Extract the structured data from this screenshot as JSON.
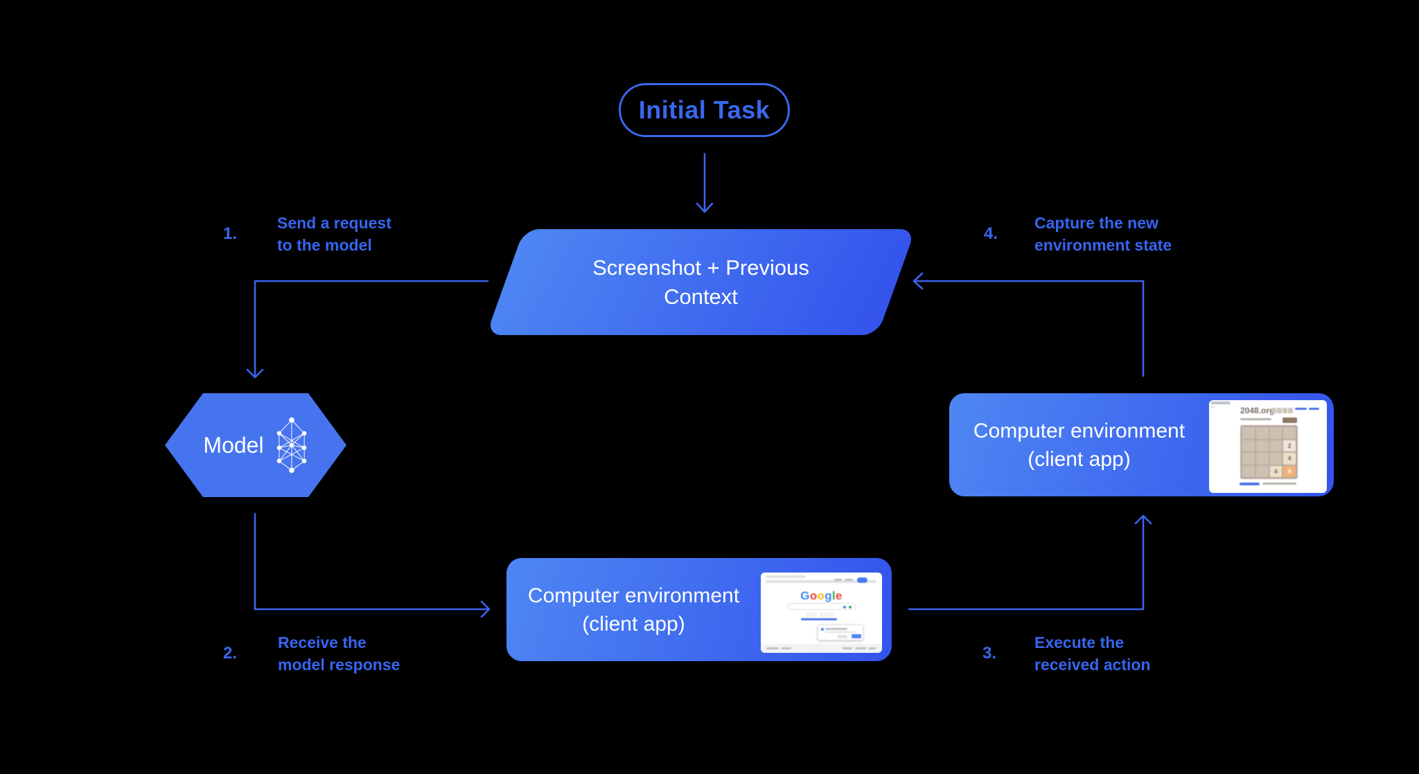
{
  "diagram": {
    "colors": {
      "background": "#000000",
      "accent_blue": "#3A68EE",
      "label_blue": "#3765F0",
      "line_blue": "#3B64EC",
      "node_gradient_start": "#4E86F3",
      "node_gradient_end": "#3353EC",
      "hexagon_fill": "#4674EE",
      "node_text": "#FFFFFF",
      "board_bg": "#BBADA0",
      "cell_bg": "#CDC1B4"
    },
    "title_node": {
      "label": "Initial Task"
    },
    "context_node": {
      "line1": "Screenshot + Previous",
      "line2": "Context"
    },
    "model_node": {
      "label": "Model"
    },
    "env_bottom_node": {
      "line1": "Computer environment",
      "line2": "(client app)"
    },
    "env_right_node": {
      "line1": "Computer environment",
      "line2": "(client app)"
    },
    "steps": [
      {
        "num": "1.",
        "line1": "Send a request",
        "line2": "to the model"
      },
      {
        "num": "2.",
        "line1": "Receive the",
        "line2": "model response"
      },
      {
        "num": "3.",
        "line1": "Execute the",
        "line2": "received action"
      },
      {
        "num": "4.",
        "line1": "Capture the new",
        "line2": "environment state"
      }
    ],
    "thumbnails": {
      "google": {
        "logo_letters": [
          {
            "ch": "G",
            "color": "#4285F4"
          },
          {
            "ch": "o",
            "color": "#EA4335"
          },
          {
            "ch": "o",
            "color": "#FBBC05"
          },
          {
            "ch": "g",
            "color": "#4285F4"
          },
          {
            "ch": "l",
            "color": "#34A853"
          },
          {
            "ch": "e",
            "color": "#EA4335"
          }
        ]
      },
      "game2048": {
        "site": "2048.org",
        "tiles": [
          {
            "row": 2,
            "col": 4,
            "value": "2",
            "bg": "#EEE4DA",
            "fg": "#776E65"
          },
          {
            "row": 3,
            "col": 4,
            "value": "4",
            "bg": "#EDE0C8",
            "fg": "#776E65"
          },
          {
            "row": 4,
            "col": 3,
            "value": "4",
            "bg": "#EDE0C8",
            "fg": "#776E65"
          },
          {
            "row": 4,
            "col": 4,
            "value": "8",
            "bg": "#F2B179",
            "fg": "#F9F6F2"
          }
        ]
      }
    }
  }
}
